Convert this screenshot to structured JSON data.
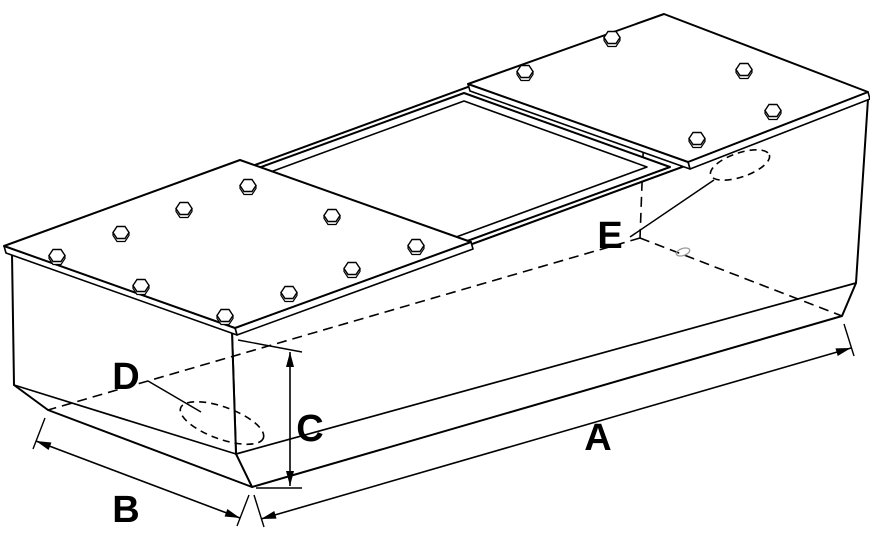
{
  "drawing": {
    "description_labels": {
      "a": "A",
      "b": "B",
      "c": "C",
      "d": "D",
      "e": "E"
    }
  },
  "colors": {
    "line": "#000000",
    "background": "#ffffff",
    "detail_gray": "#9a9a9a"
  }
}
